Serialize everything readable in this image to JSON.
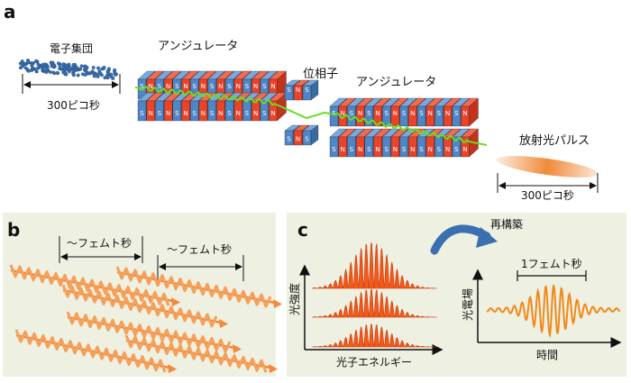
{
  "panel_a": {
    "letter": "a",
    "electron_bunch_label": "電子集団",
    "bunch_duration": "300ピコ秒",
    "undulator_label_1": "アンジュレータ",
    "phase_shifter_label": "位相子",
    "undulator_label_2": "アンジュレータ",
    "radiation_pulse_label": "放射光パルス",
    "pulse_duration": "300ピコ秒",
    "magnet_pole_n": "N",
    "magnet_pole_s": "S"
  },
  "panel_b": {
    "letter": "b",
    "interval_label_1": "～フェムト秒",
    "interval_label_2": "～フェムト秒"
  },
  "panel_c": {
    "letter": "c",
    "spectrum_y_label": "光強度",
    "spectrum_x_label": "光子エネルギー",
    "reconstruct_label": "再構築",
    "duration_label": "1フェムト秒",
    "field_y_label": "光電場",
    "field_x_label": "時間"
  },
  "colors": {
    "magnet_red": "#e8442a",
    "magnet_blue": "#4f86c6",
    "beam_green": "#66dd22",
    "pulse_orange": "#f08a3a",
    "panel_bg": "#eef0e2",
    "electron_blue": "#3a6fb0"
  }
}
